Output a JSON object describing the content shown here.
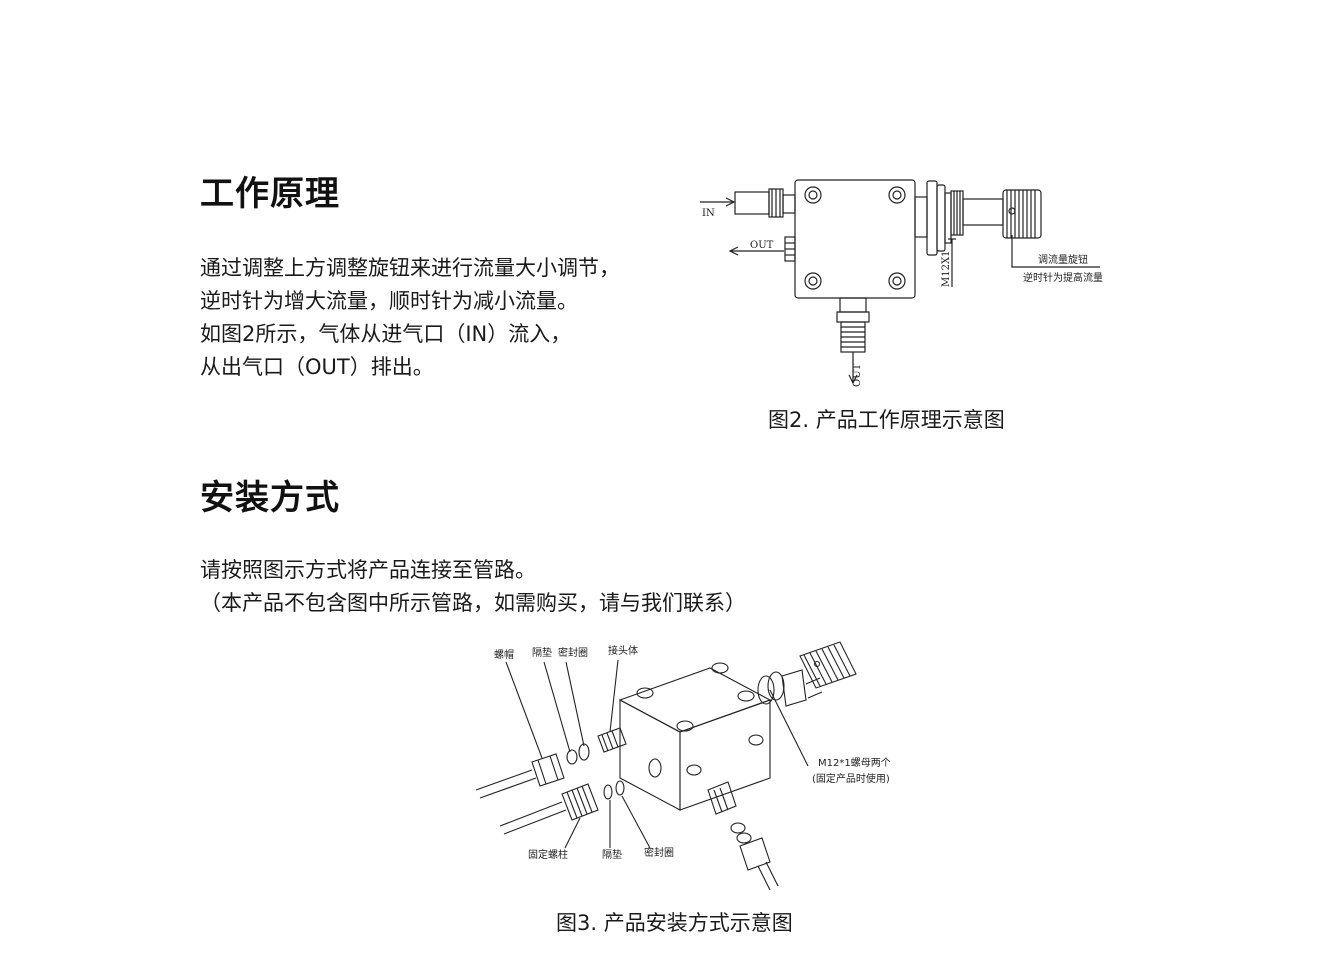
{
  "section1": {
    "heading": "工作原理",
    "lines": [
      "通过调整上方调整旋钮来进行流量大小调节，",
      "逆时针为增大流量，顺时针为减小流量。",
      "如图2所示，气体从进气口（IN）流入，",
      "从出气口（OUT）排出。"
    ]
  },
  "figure2": {
    "caption": "图2. 产品工作原理示意图",
    "labels": {
      "in": "IN",
      "out_side": "OUT",
      "out_bottom": "OUT",
      "thread": "M12X1",
      "knob_title": "调流量旋钮",
      "knob_desc": "逆时针为提高流量"
    }
  },
  "section2": {
    "heading": "安装方式",
    "lines": [
      "请按照图示方式将产品连接至管路。",
      "（本产品不包含图中所示管路，如需购买，请与我们联系）"
    ]
  },
  "figure3": {
    "caption": "图3. 产品安装方式示意图",
    "labels": {
      "nut": "螺帽",
      "spacer_top": "隔垫",
      "seal_top": "密封圈",
      "connector": "接头体",
      "m12_nuts": "M12*1螺母两个",
      "m12_note": "(固定产品时使用)",
      "fix_bolt": "固定螺柱",
      "spacer_bottom": "隔垫",
      "seal_bottom": "密封圈"
    }
  }
}
